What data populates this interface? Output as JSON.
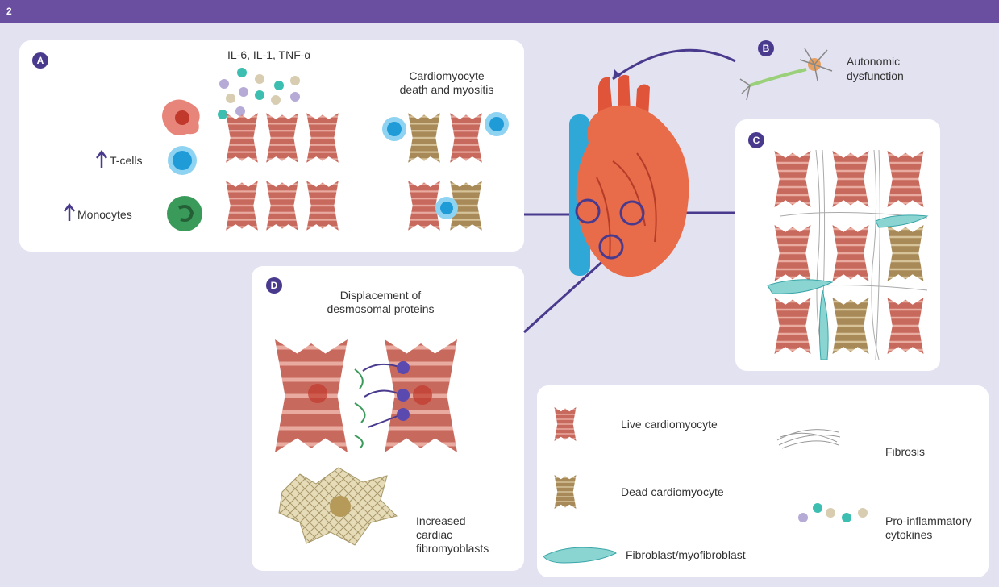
{
  "figure_number": "2",
  "panel_a": {
    "badge": "A",
    "cytokines_label": "IL-6, IL-1, TNF-α",
    "tcells_label": "T-cells",
    "monocytes_label": "Monocytes",
    "death_label_1": "Cardiomyocyte",
    "death_label_2": "death and myositis"
  },
  "panel_b": {
    "badge": "B",
    "label_1": "Autonomic",
    "label_2": "dysfunction"
  },
  "panel_c": {
    "badge": "C"
  },
  "panel_d": {
    "badge": "D",
    "title_1": "Displacement of",
    "title_2": "desmosomal proteins",
    "fibro_1": "Increased",
    "fibro_2": "cardiac",
    "fibro_3": "fibromyoblasts"
  },
  "legend": {
    "live": "Live cardiomyocyte",
    "dead": "Dead cardiomyocyte",
    "fibroblast": "Fibroblast/myofibroblast",
    "fibrosis": "Fibrosis",
    "cytokines_1": "Pro-inflammatory",
    "cytokines_2": "cytokines"
  },
  "colors": {
    "accent": "#6a4fa0",
    "live_cell": "#c8695e",
    "dead_cell": "#a88a58",
    "tcell": "#29a9e1",
    "monocyte": "#3a9a5a",
    "fibroblast": "#8ad4d2",
    "heart": "#e86c4a",
    "vessel": "#2fa8d8"
  }
}
